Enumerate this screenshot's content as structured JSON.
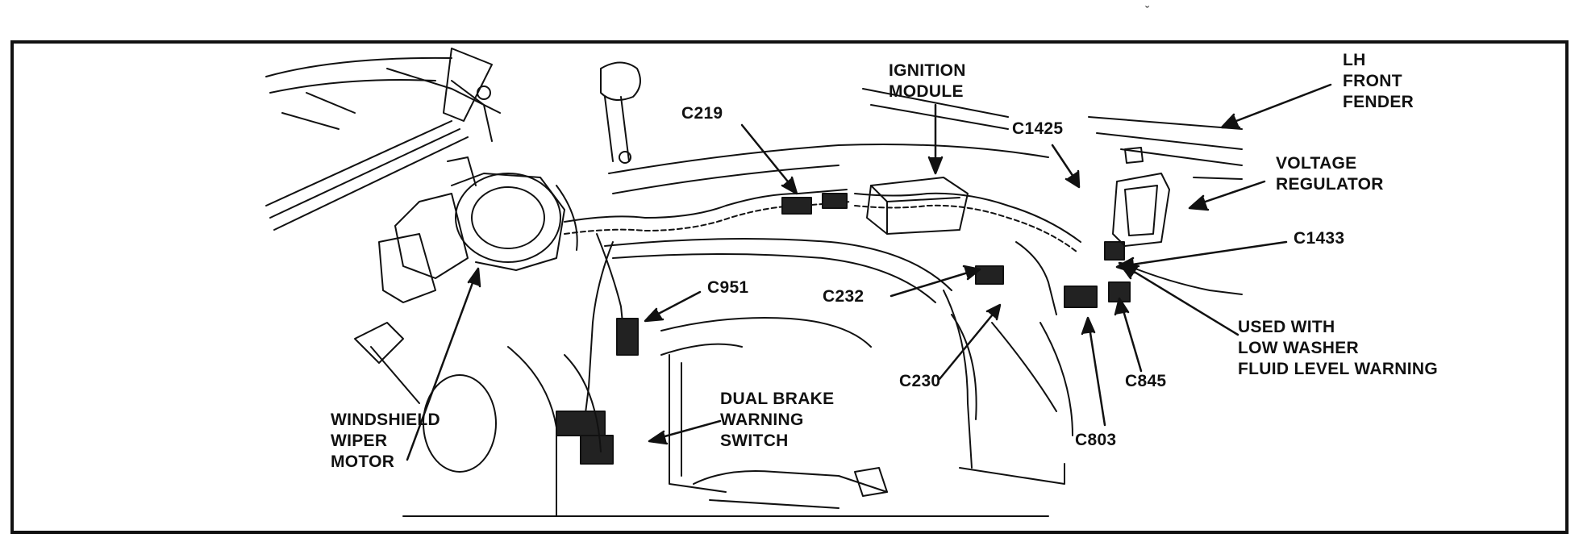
{
  "diagram": {
    "labels": {
      "ignition_module": [
        "IGNITION",
        "MODULE"
      ],
      "lh_front_fender": [
        "LH",
        "FRONT",
        "FENDER"
      ],
      "c219": "C219",
      "c1425": "C1425",
      "voltage_regulator": [
        "VOLTAGE",
        "REGULATOR"
      ],
      "c1433": "C1433",
      "c951": "C951",
      "c232": "C232",
      "used_with": [
        "USED WITH",
        "LOW WASHER",
        "FLUID LEVEL WARNING"
      ],
      "c230": "C230",
      "c845": "C845",
      "c803": "C803",
      "windshield_wiper_motor": [
        "WINDSHIELD",
        "WIPER",
        "MOTOR"
      ],
      "dual_brake_warning_switch": [
        "DUAL BRAKE",
        "WARNING",
        "SWITCH"
      ]
    },
    "top_mark": "ˇ"
  }
}
